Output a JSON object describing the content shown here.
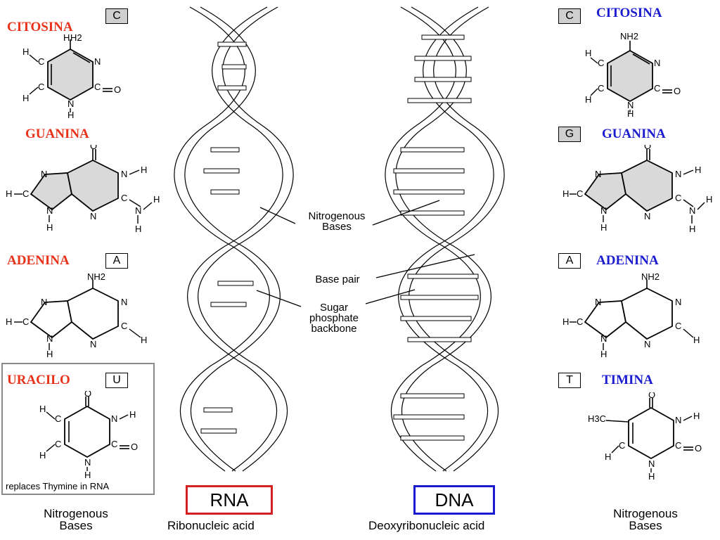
{
  "left_bases": [
    {
      "name": "CITOSINA",
      "letter": "C"
    },
    {
      "name": "GUANINA"
    },
    {
      "name": "ADENINA",
      "letter": "A"
    },
    {
      "name": "URACILO",
      "letter": "U",
      "note": "replaces Thymine in RNA"
    }
  ],
  "right_bases": [
    {
      "name": "CITOSINA",
      "letter": "C"
    },
    {
      "name": "GUANINA",
      "letter": "G"
    },
    {
      "name": "ADENINA",
      "letter": "A"
    },
    {
      "name": "TIMINA",
      "letter": "T"
    }
  ],
  "callouts": {
    "nitrogenous_bases": [
      "Nitrogenous",
      "Bases"
    ],
    "base_pair": "Base pair",
    "backbone": [
      "Sugar",
      "phosphate",
      "backbone"
    ]
  },
  "rna": {
    "title": "RNA",
    "subtitle": "Ribonucleic acid",
    "box_color": "#d42020"
  },
  "dna": {
    "title": "DNA",
    "subtitle": "Deoxyribonucleic acid",
    "box_color": "#1a1ad0"
  },
  "footer": {
    "left": [
      "Nitrogenous",
      "Bases"
    ],
    "right": [
      "Nitrogenous",
      "Bases"
    ]
  },
  "atoms": {
    "nh2": "NH2",
    "n": "N",
    "h": "H",
    "o": "O",
    "h3c": "H3C"
  },
  "colors": {
    "left_names": "#e8321a",
    "right_names": "#1b1bcf",
    "ring_fill": "#d9d9d9",
    "frame": "#8a8a8a"
  }
}
